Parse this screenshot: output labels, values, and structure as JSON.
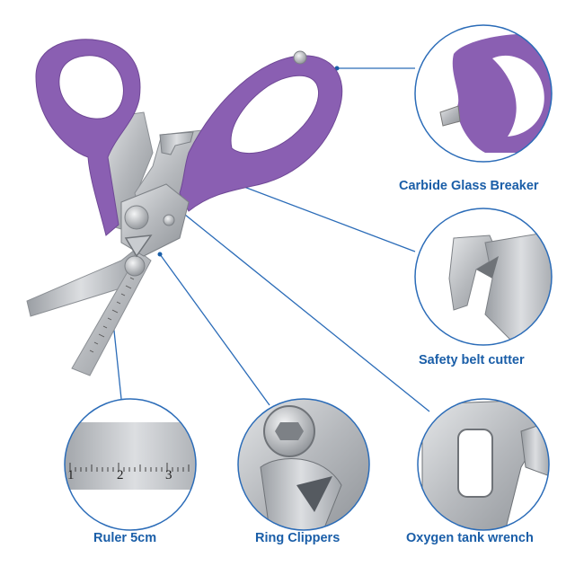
{
  "colors": {
    "accent_purple": "#8a5fb2",
    "callout_blue": "#1a5ea8",
    "steel": "#b9bcc0"
  },
  "features": [
    {
      "label": "Carbide Glass Breaker"
    },
    {
      "label": "Safety belt cutter"
    },
    {
      "label": "Ruler 5cm"
    },
    {
      "label": "Ring Clippers"
    },
    {
      "label": "Oxygen tank wrench"
    }
  ],
  "ruler_ticks": [
    "1",
    "2",
    "3"
  ]
}
